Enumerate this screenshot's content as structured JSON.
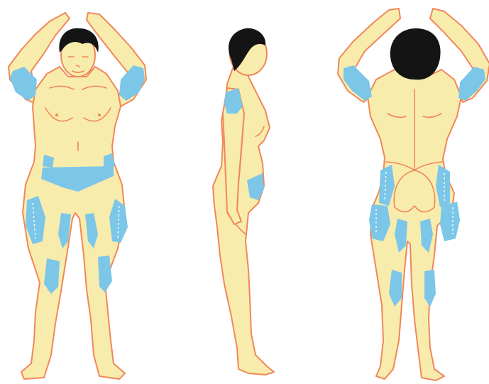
{
  "figure": {
    "views": [
      "front",
      "side",
      "back"
    ],
    "colors": {
      "background": "#ffffff",
      "skin": "#f8ecad",
      "outline": "#f0875a",
      "highlighted_zone": "#7cc6e8",
      "hair": "#141414"
    },
    "highlighted_zones": [
      "upper-arms",
      "abdomen",
      "lower-abdomen",
      "hips",
      "outer-thighs",
      "inner-thighs",
      "inner-knees",
      "buttocks",
      "flanks"
    ]
  }
}
